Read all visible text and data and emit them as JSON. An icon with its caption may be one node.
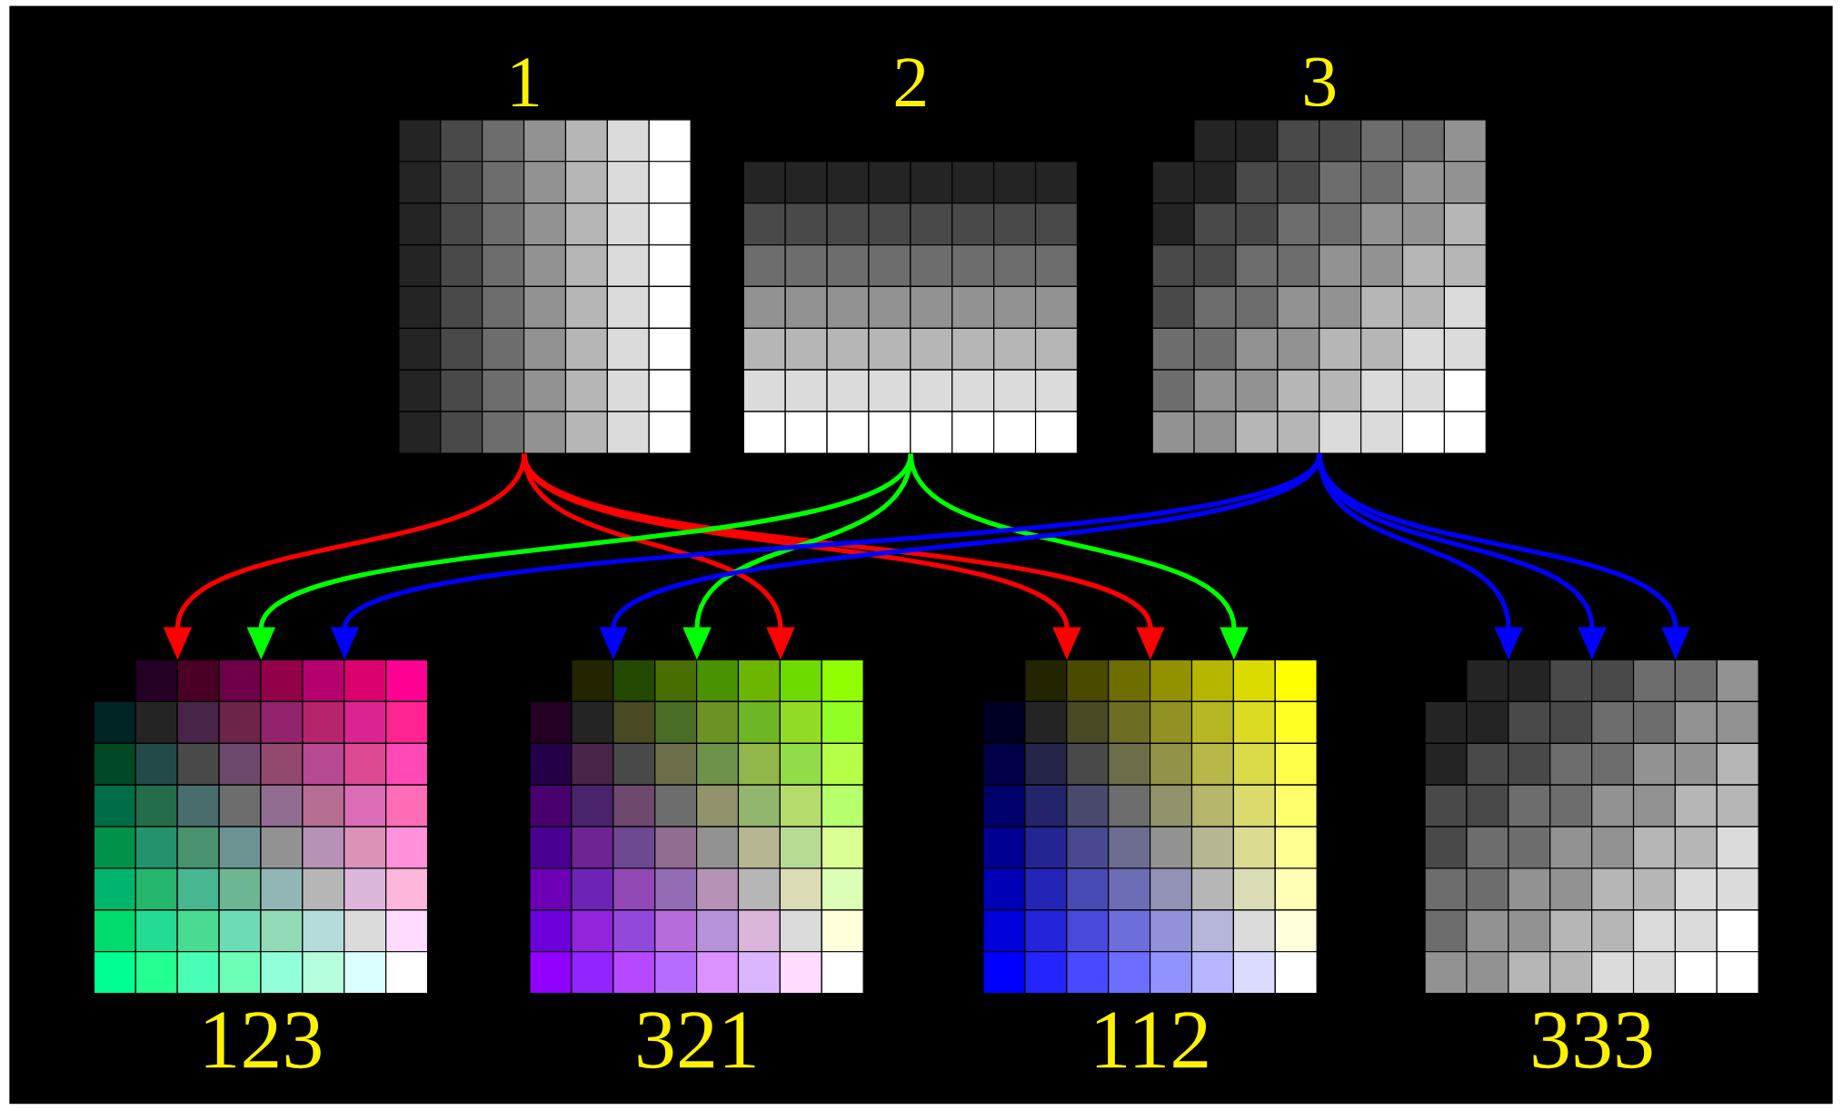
{
  "diagram": {
    "nodes": [
      {
        "text": [
          "1"
        ]
      },
      {
        "text": [
          "2"
        ]
      },
      {
        "text": [
          "3"
        ]
      },
      {
        "text": [
          "123"
        ]
      },
      {
        "text": [
          "321"
        ]
      },
      {
        "text": [
          "112"
        ]
      },
      {
        "text": [
          "333"
        ]
      }
    ],
    "edges": [
      {
        "from": 0,
        "to": 3,
        "arrow": "to",
        "color": "#ff0000"
      },
      {
        "from": 0,
        "to": 4,
        "arrow": "to",
        "color": "#ff0000"
      },
      {
        "from": 0,
        "to": 5,
        "arrow": "to",
        "color": "#ff0000"
      },
      {
        "from": 0,
        "to": 5,
        "arrow": "to",
        "color": "#ff0000"
      },
      {
        "from": 1,
        "to": 3,
        "arrow": "to",
        "color": "#00ff00"
      },
      {
        "from": 1,
        "to": 4,
        "arrow": "to",
        "color": "#00ff00"
      },
      {
        "from": 1,
        "to": 5,
        "arrow": "to",
        "color": "#00ff00"
      },
      {
        "from": 2,
        "to": 3,
        "arrow": "to",
        "color": "#0000ff"
      },
      {
        "from": 2,
        "to": 4,
        "arrow": "to",
        "color": "#0000ff"
      },
      {
        "from": 2,
        "to": 6,
        "arrow": "to",
        "color": "#0000ff"
      },
      {
        "from": 2,
        "to": 6,
        "arrow": "to",
        "color": "#0000ff"
      },
      {
        "from": 2,
        "to": 6,
        "arrow": "to",
        "color": "#0000ff"
      }
    ]
  }
}
